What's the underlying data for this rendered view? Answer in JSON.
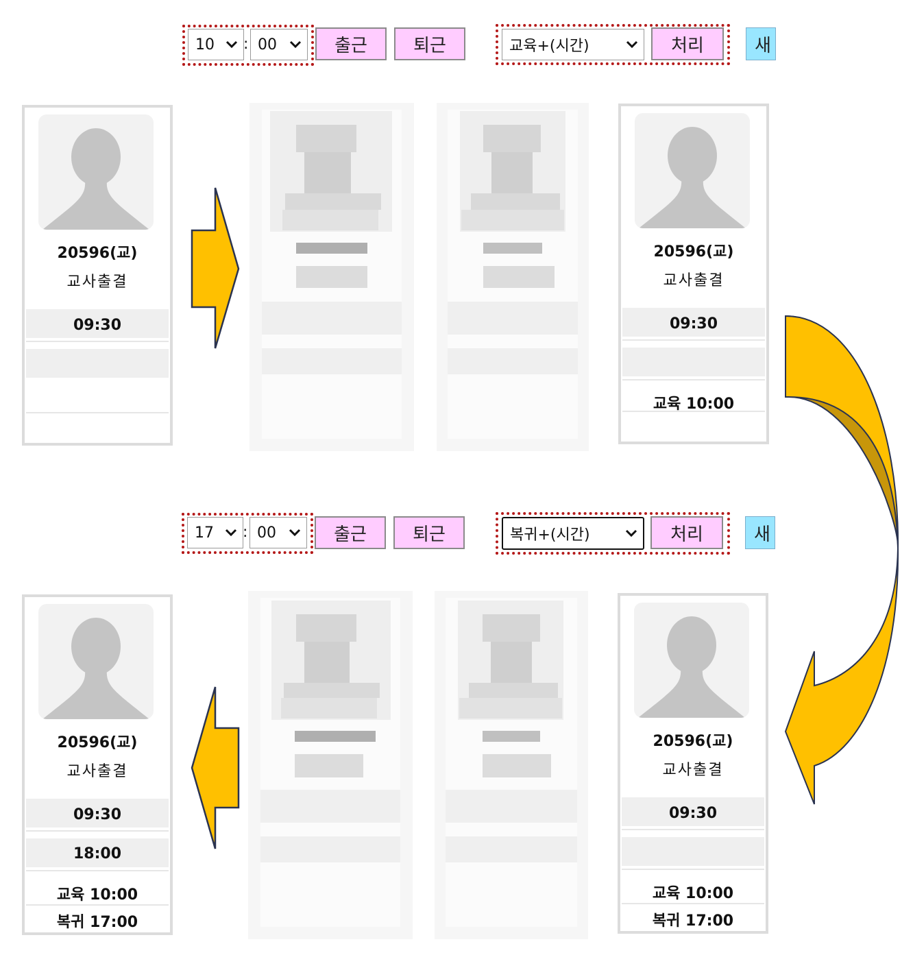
{
  "top_toolbar": {
    "hour": "10",
    "minute": "00",
    "colon": ":",
    "clock_in_label": "출근",
    "clock_out_label": "퇴근",
    "type_select": "교육+(시간)",
    "process_label": "처리",
    "new_label": "새"
  },
  "bottom_toolbar": {
    "hour": "17",
    "minute": "00",
    "colon": ":",
    "clock_in_label": "출근",
    "clock_out_label": "퇴근",
    "type_select": "복귀+(시간)",
    "process_label": "처리",
    "new_label": "새"
  },
  "cards": {
    "top_left": {
      "id": "20596(교)",
      "name": "교사출결",
      "arrive": "09:30",
      "leave": "",
      "note1": "",
      "note2": ""
    },
    "top_right": {
      "id": "20596(교)",
      "name": "교사출결",
      "arrive": "09:30",
      "leave": "",
      "note1": "교육  10:00",
      "note2": ""
    },
    "bottom_right": {
      "id": "20596(교)",
      "name": "교사출결",
      "arrive": "09:30",
      "leave": "",
      "note1": "교육  10:00",
      "note2": "복귀  17:00"
    },
    "bottom_left": {
      "id": "20596(교)",
      "name": "교사출결",
      "arrive": "09:30",
      "leave": "18:00",
      "note1": "교육  10:00",
      "note2": "복귀  17:00"
    }
  },
  "colors": {
    "arrow_fill": "#ffc000",
    "arrow_dark": "#c8960a",
    "arrow_stroke": "#2a3350",
    "dotted_border": "#b51a1a",
    "button_pink": "#ffccff",
    "button_blue": "#99e6ff"
  },
  "icons": [
    "chevron-down-icon",
    "avatar-placeholder-icon",
    "right-arrow-icon",
    "left-arrow-icon",
    "curved-arrow-icon"
  ]
}
